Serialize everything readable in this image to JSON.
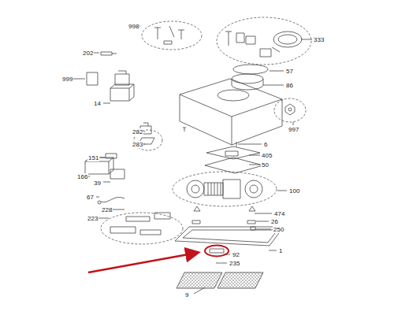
{
  "diagram": {
    "labels": [
      "998",
      "333",
      "202",
      "999",
      "57",
      "14",
      "86",
      "282",
      "283",
      "997",
      "151",
      "6",
      "405",
      "50",
      "166",
      "39",
      "100",
      "67",
      "228",
      "223",
      "474",
      "26",
      "250",
      "1",
      "92",
      "235",
      "9"
    ]
  }
}
